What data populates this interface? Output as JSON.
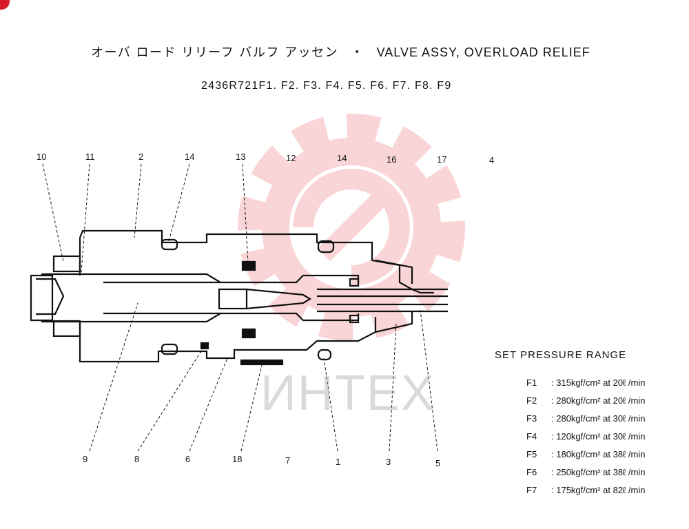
{
  "header": {
    "title_ja": "オーバ ロード リリーフ バルフ アッセン",
    "title_sep": "・",
    "title_en": "VALVE ASSY, OVERLOAD RELIEF",
    "part_numbers": "2436R721F1. F2. F3. F4. F5. F6. F7. F8. F9"
  },
  "callouts": {
    "top": [
      "10",
      "11",
      "2",
      "14",
      "13",
      "12",
      "14",
      "16",
      "17",
      "4"
    ],
    "bottom": [
      "9",
      "8",
      "6",
      "18",
      "7",
      "1",
      "3",
      "5"
    ]
  },
  "spec": {
    "title": "SET PRESSURE RANGE",
    "rows": [
      {
        "code": "F1",
        "text": "315kgf/cm² at 20ℓ /min"
      },
      {
        "code": "F2",
        "text": "280kgf/cm² at 20ℓ /min"
      },
      {
        "code": "F3",
        "text": "280kgf/cm² at 30ℓ /min"
      },
      {
        "code": "F4",
        "text": "120kgf/cm² at 30ℓ /min"
      },
      {
        "code": "F5",
        "text": "180kgf/cm² at 38ℓ /min"
      },
      {
        "code": "F6",
        "text": "250kgf/cm² at 38ℓ /min"
      },
      {
        "code": "F7",
        "text": "175kgf/cm² at 82ℓ /min"
      }
    ]
  },
  "watermark": {
    "text": "ИНТЕХ",
    "color": "#f4a3a8"
  },
  "colors": {
    "accent": "#d91a2a",
    "ink": "#111111"
  }
}
